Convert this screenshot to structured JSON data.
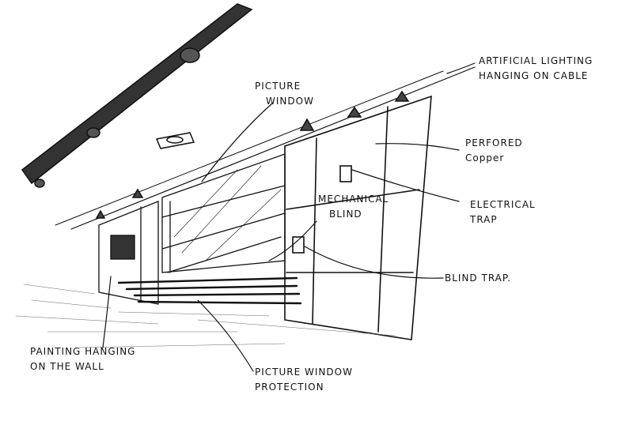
{
  "labels": {
    "lighting": [
      "Artificial lighting",
      "hanging on cable"
    ],
    "picture_window": [
      "Picture",
      "window"
    ],
    "perfored_copper": [
      "Perfored",
      "Copper"
    ],
    "electrical_trap": [
      "Electrical",
      "trap"
    ],
    "mechanical_blind": [
      "Mechanical",
      "blind"
    ],
    "blind_trap": [
      "Blind trap."
    ],
    "painting": [
      "Painting hanging",
      "on the wall"
    ],
    "window_protection": [
      "Picture window",
      "protection"
    ]
  },
  "colors": {
    "ink": "#111111",
    "paper": "#ffffff"
  }
}
